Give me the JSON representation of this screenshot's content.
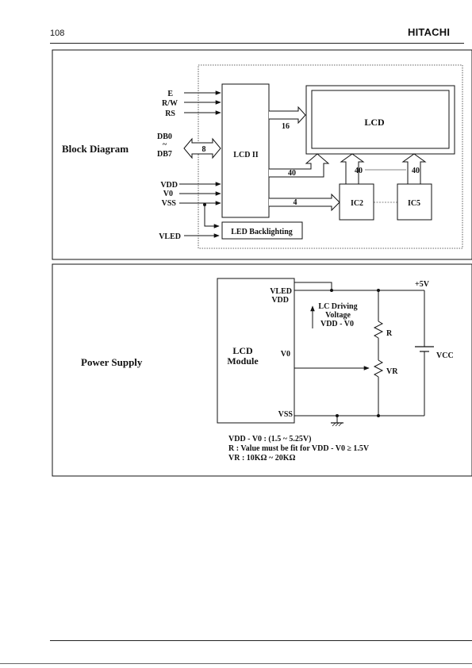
{
  "header": {
    "page_number": "108",
    "brand": "HITACHI"
  },
  "block_diagram": {
    "section_label": "Block Diagram",
    "signals": {
      "e": "E",
      "rw": "R/W",
      "rs": "RS",
      "db0": "DB0",
      "tilde": "~",
      "db7": "DB7",
      "vdd": "VDD",
      "v0": "V0",
      "vss": "VSS",
      "vled": "VLED"
    },
    "controller": "LCD II",
    "display": "LCD",
    "bus_widths": {
      "data": "8",
      "display": "16",
      "ic": "40",
      "ic2_in": "4",
      "ic2_out": "40",
      "ic5_out": "40"
    },
    "ic2": "IC2",
    "ic5": "IC5",
    "backlight": "LED Backlighting"
  },
  "power_supply": {
    "section_label": "Power Supply",
    "module_line1": "LCD",
    "module_line2": "Module",
    "pins": {
      "vled": "VLED",
      "vdd": "VDD",
      "v0": "V0",
      "vss": "VSS"
    },
    "driving_line1": "LC Driving",
    "driving_line2": "Voltage",
    "driving_line3": "VDD - V0",
    "resistor": "R",
    "variable_resistor": "VR",
    "supply_voltage": "+5V",
    "vcc": "VCC",
    "notes": [
      "VDD - V0 : (1.5 ~ 5.25V)",
      "R : Value must be fit for VDD - V0  ≥ 1.5V",
      "VR : 10KΩ ~ 20KΩ"
    ]
  }
}
